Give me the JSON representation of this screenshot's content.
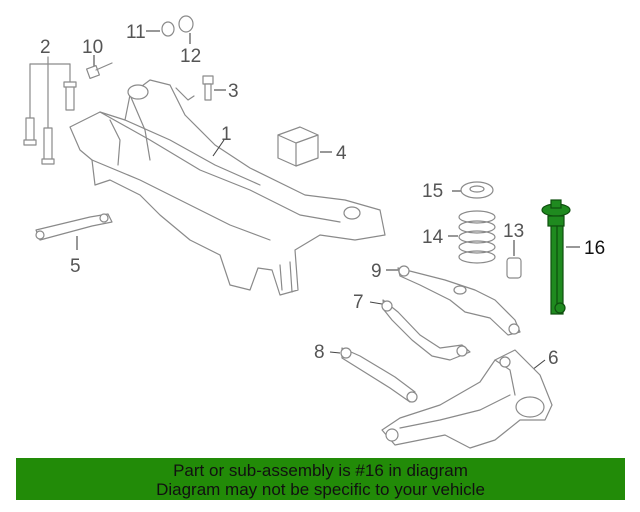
{
  "callouts": {
    "c1": "1",
    "c2": "2",
    "c3": "3",
    "c4": "4",
    "c5": "5",
    "c6": "6",
    "c7": "7",
    "c8": "8",
    "c9": "9",
    "c10": "10",
    "c11": "11",
    "c12": "12",
    "c13": "13",
    "c14": "14",
    "c15": "15",
    "c16": "16"
  },
  "highlight": {
    "part_number": "16",
    "color": "#1f8a1f"
  },
  "banner": {
    "line1": "Part or sub-assembly is #16 in diagram",
    "line2": "Diagram may not be specific to your vehicle",
    "background": "#228b08"
  }
}
